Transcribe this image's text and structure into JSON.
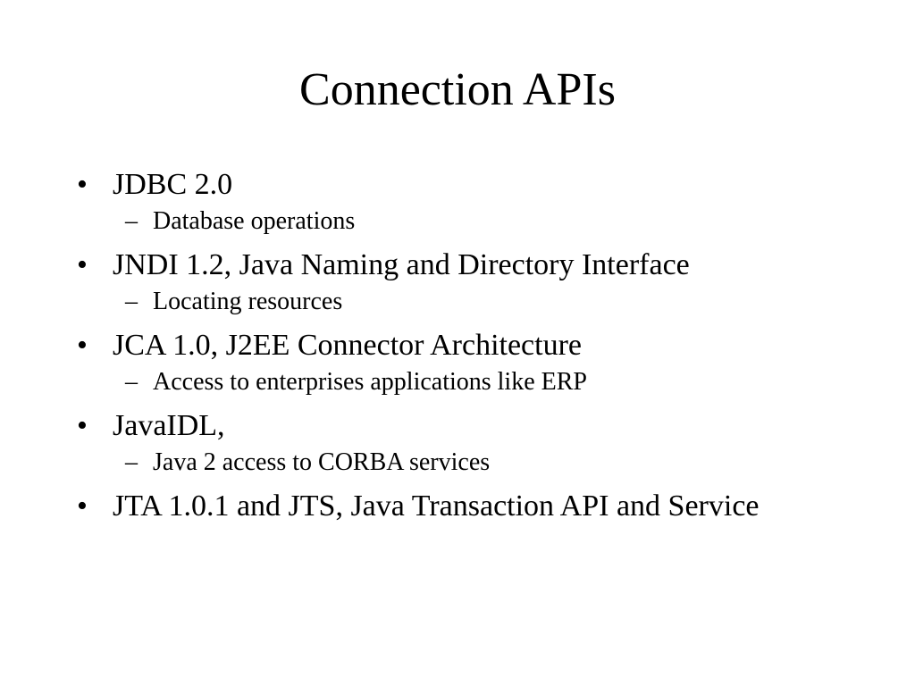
{
  "slide": {
    "title": "Connection APIs",
    "bullet_glyph": "•",
    "sub_bullet_glyph": "–",
    "items": [
      {
        "text": "JDBC 2.0",
        "sub": "Database operations"
      },
      {
        "text": "JNDI 1.2, Java Naming and Directory Interface",
        "sub": "Locating resources"
      },
      {
        "text": "JCA 1.0, J2EE Connector Architecture",
        "sub": "Access to enterprises applications like ERP"
      },
      {
        "text": "JavaIDL,",
        "sub": "Java 2 access to CORBA services"
      },
      {
        "text": "JTA 1.0.1 and JTS, Java Transaction API and Service"
      }
    ]
  }
}
